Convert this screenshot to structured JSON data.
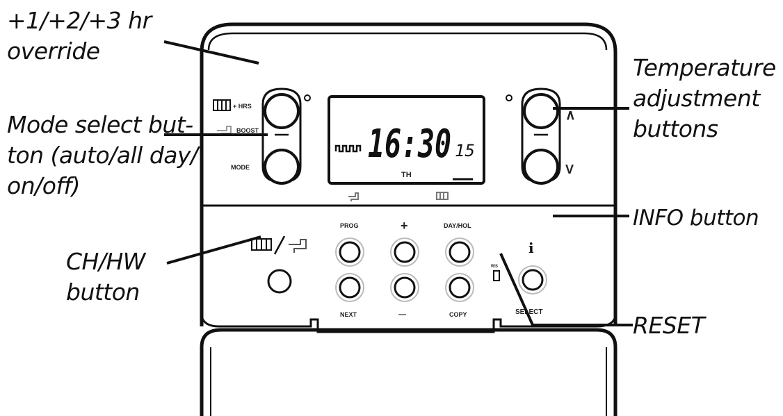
{
  "callouts": {
    "override": [
      "+1/+2/+3 hr",
      "override"
    ],
    "mode_select": [
      "Mode select but-",
      "ton (auto/all day/",
      "on/off)"
    ],
    "ch_hw": [
      "CH/HW",
      "button"
    ],
    "temperature": [
      "Temperature",
      "adjustment",
      "buttons"
    ],
    "info": "INFO button",
    "reset": "RESET"
  },
  "device": {
    "lcd": {
      "time": "16:30",
      "seconds": "15",
      "day": "TH"
    },
    "left_labels": {
      "hrs": "+ HRS",
      "boost": "BOOST",
      "mode": "MODE"
    },
    "up_symbol": "∧",
    "down_symbol": "V",
    "prog_label": "PROG",
    "plus_label": "+",
    "dayhol_label": "DAY/HOL",
    "next_label": "NEXT",
    "minus_label": "—",
    "copy_label": "COPY",
    "info_symbol": "i",
    "select_label": "SELECT",
    "rs_label": "R/S"
  }
}
